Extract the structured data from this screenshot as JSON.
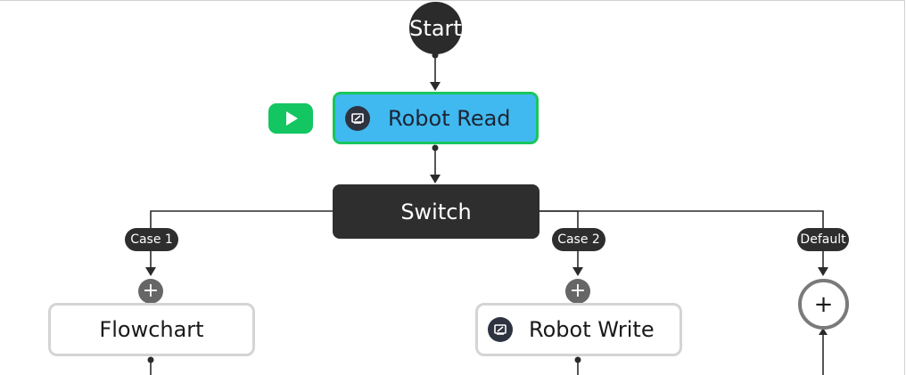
{
  "start": {
    "label": "Start"
  },
  "robot_read": {
    "label": "Robot Read",
    "icon": "robot-icon"
  },
  "run_button": {
    "icon": "play-icon"
  },
  "switch": {
    "label": "Switch",
    "cases": [
      {
        "label": "Case 1"
      },
      {
        "label": "Case 2"
      },
      {
        "label": "Default"
      }
    ]
  },
  "add_symbol": "+",
  "branches": {
    "flowchart": {
      "label": "Flowchart"
    },
    "robot_write": {
      "label": "Robot Write",
      "icon": "robot-icon"
    }
  },
  "colors": {
    "dark_node": "#2e2e2e",
    "active_node": "#40b9f0",
    "selected_border": "#19c65e",
    "play_button": "#13c661",
    "add_button": "#666666"
  }
}
